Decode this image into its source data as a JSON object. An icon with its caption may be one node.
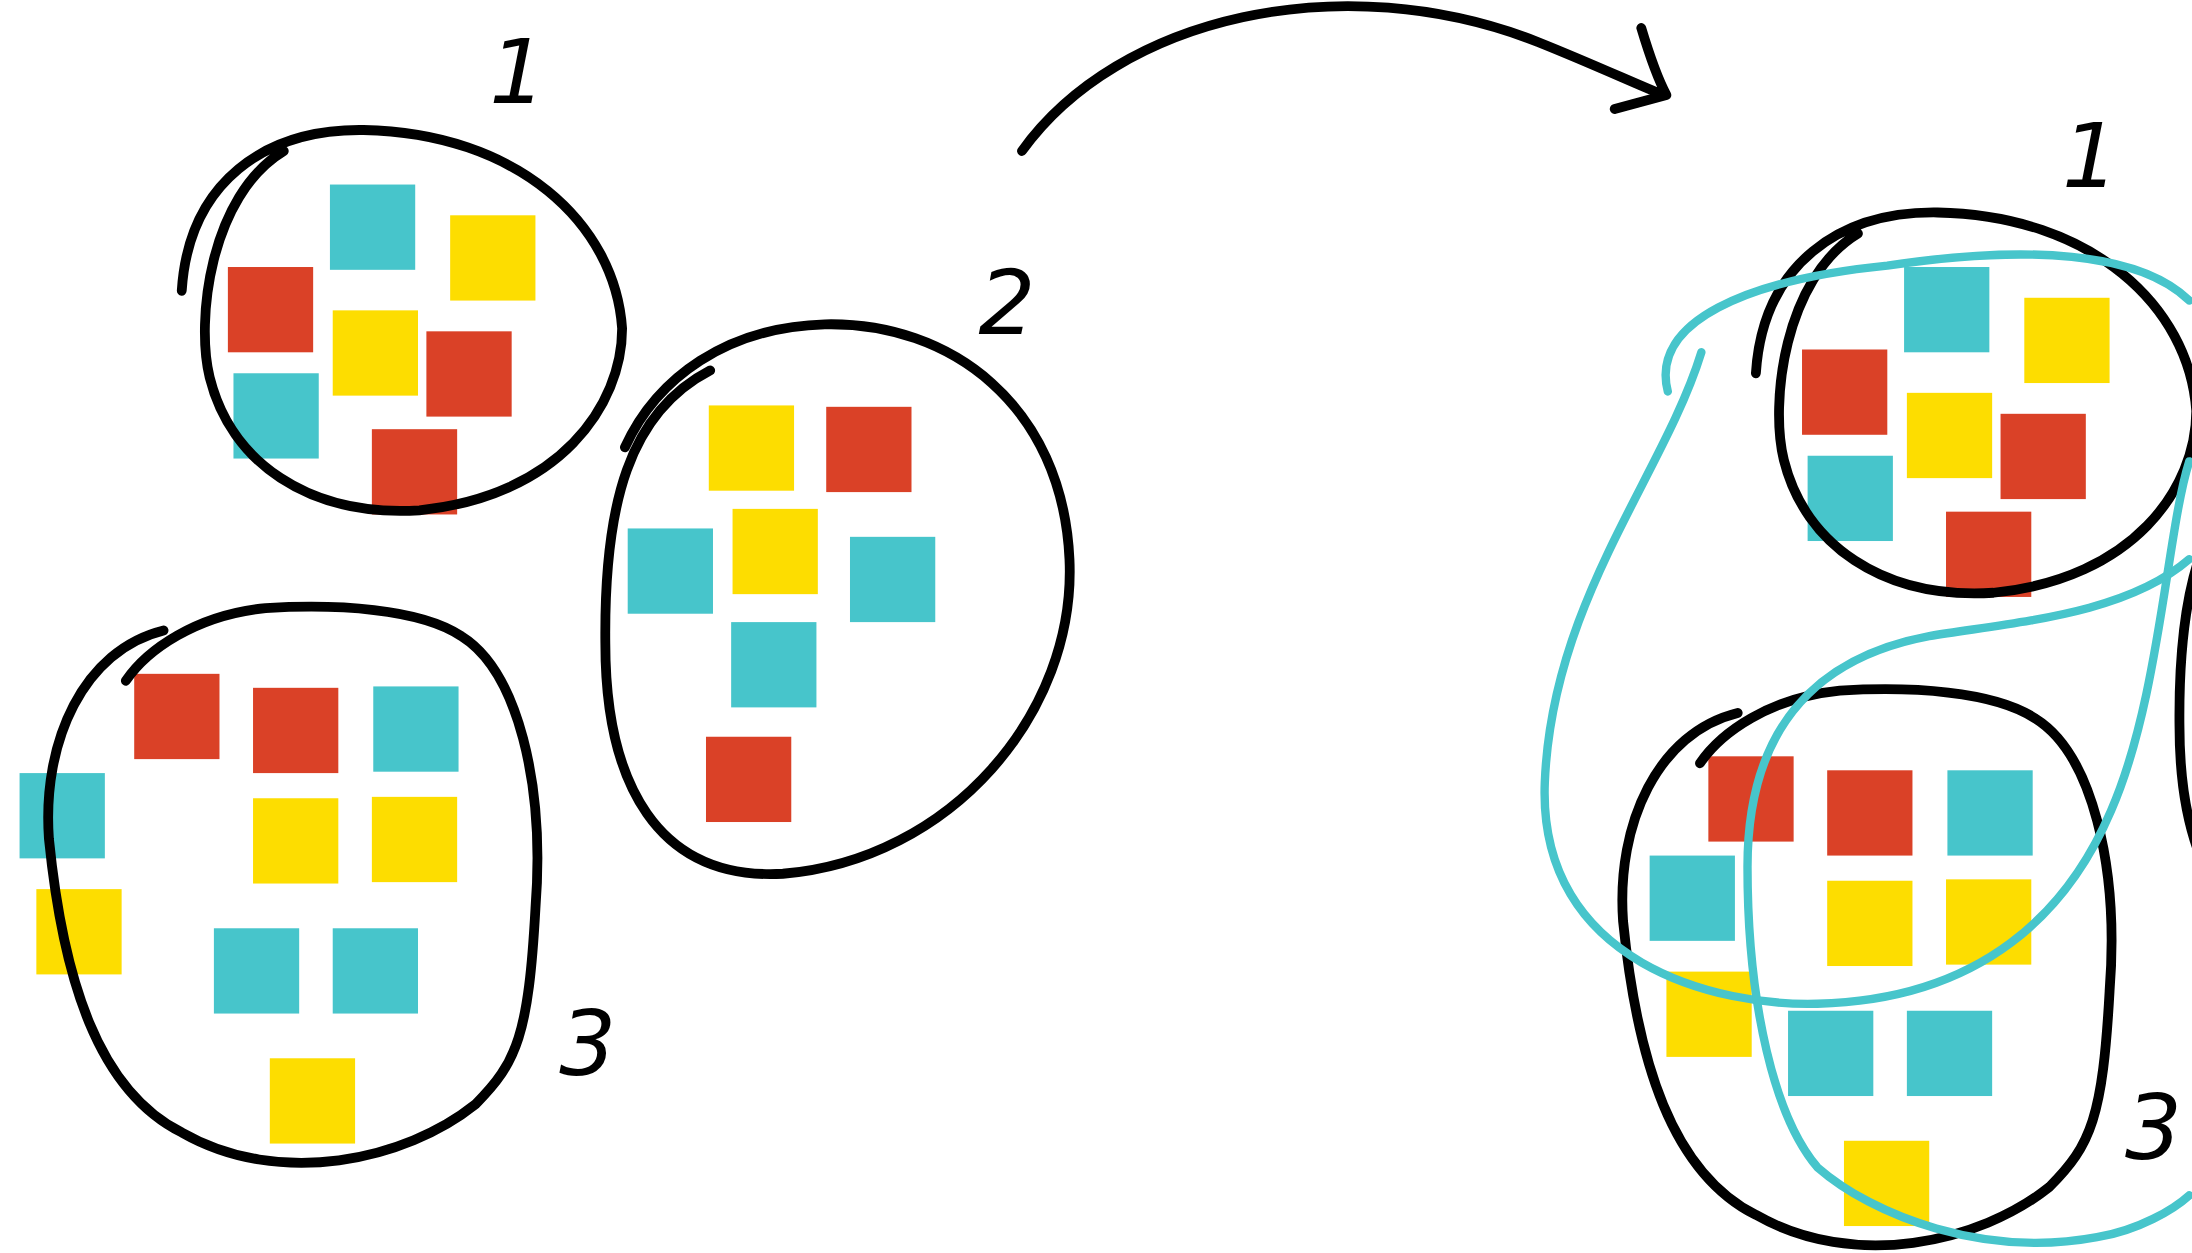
{
  "diagram": {
    "labels": [
      "1",
      "2",
      "3",
      "1",
      "3"
    ]
  }
}
